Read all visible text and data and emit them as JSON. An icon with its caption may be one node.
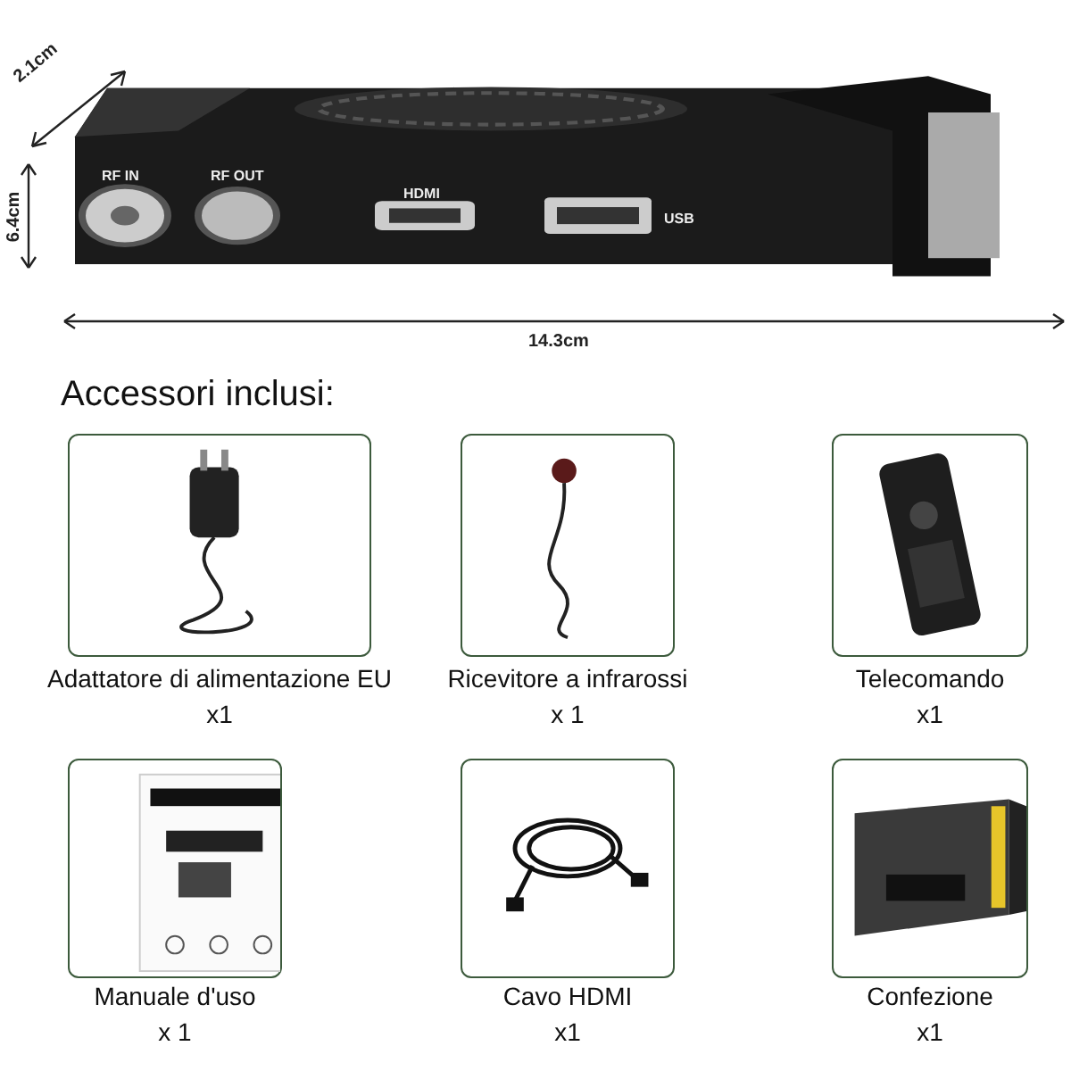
{
  "diagram": {
    "nodes": [
      {
        "text": [],
        "shape": "picture"
      },
      {
        "text": [],
        "shape": "picture",
        "beside": [
          "Adattatore di alimentazione EU",
          "x1"
        ]
      },
      {
        "text": [],
        "shape": "picture",
        "beside": [
          "Ricevitore a infrarossi",
          "x 1"
        ]
      },
      {
        "text": [],
        "shape": "picture",
        "beside": [
          "Telecomando",
          "x1"
        ]
      },
      {
        "text": [],
        "shape": "picture",
        "beside": [
          "Manuale d'uso",
          "x 1"
        ]
      },
      {
        "text": [],
        "shape": "picture",
        "beside": [
          "Cavo HDMI",
          "x1"
        ]
      },
      {
        "text": [],
        "shape": "picture",
        "beside": [
          "Confezione",
          "x1"
        ]
      }
    ],
    "labels": [
      "2.1cm",
      "6.4cm",
      "RF IN",
      "RF OUT",
      "HDMI",
      "USB",
      "14.3cm",
      "Accessori inclusi:"
    ]
  }
}
